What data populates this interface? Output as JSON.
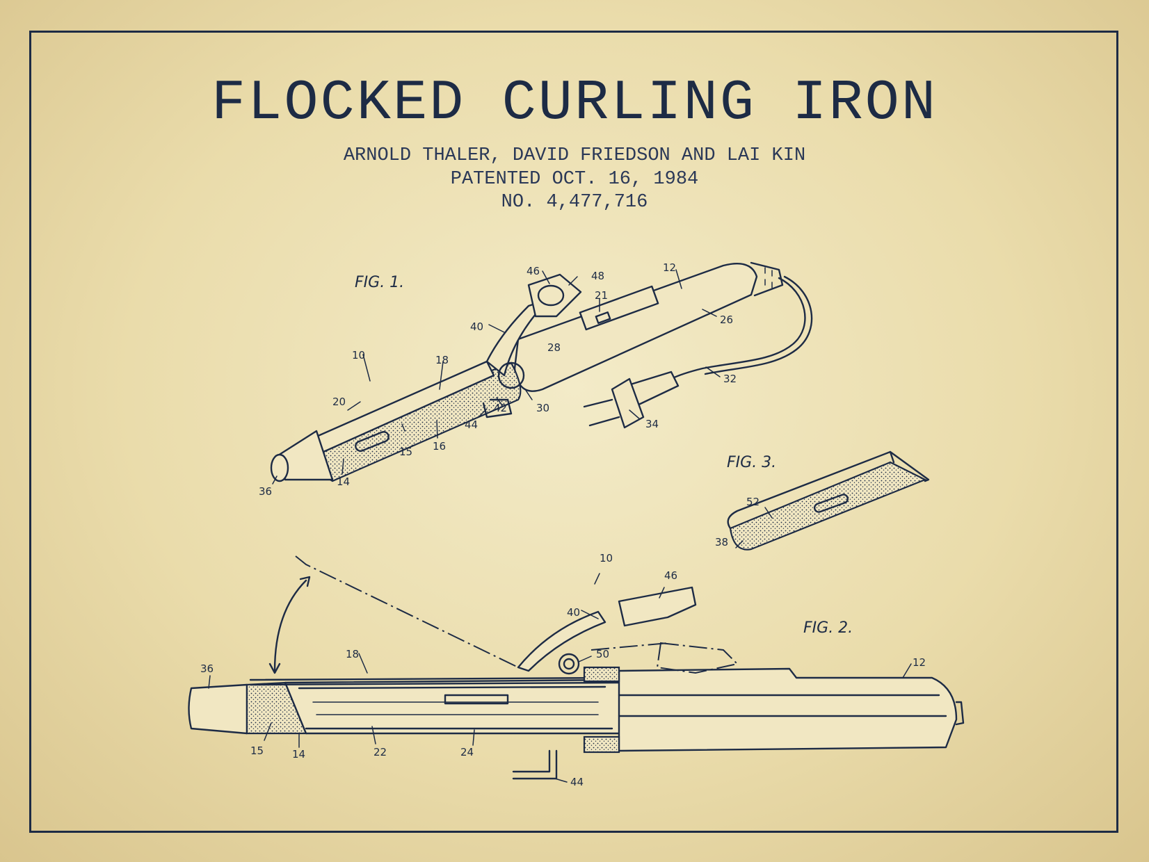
{
  "header": {
    "title": "FLOCKED CURLING IRON",
    "inventors": "ARNOLD THALER, DAVID FRIEDSON AND LAI KIN",
    "patented": "PATENTED OCT. 16, 1984",
    "number": "NO. 4,477,716"
  },
  "figures": {
    "fig1": "FIG. 1.",
    "fig2": "FIG. 2.",
    "fig3": "FIG. 3."
  },
  "labels": {
    "f1_46": "46",
    "f1_48": "48",
    "f1_12": "12",
    "f1_21": "21",
    "f1_40": "40",
    "f1_26": "26",
    "f1_28": "28",
    "f1_10": "10",
    "f1_18": "18",
    "f1_20": "20",
    "f1_32": "32",
    "f1_42": "42",
    "f1_30": "30",
    "f1_44": "44",
    "f1_34": "34",
    "f1_15": "15",
    "f1_16": "16",
    "f1_14": "14",
    "f1_36": "36",
    "f3_52": "52",
    "f3_38": "38",
    "f2_10": "10",
    "f2_46": "46",
    "f2_40": "40",
    "f2_50": "50",
    "f2_18": "18",
    "f2_36": "36",
    "f2_12": "12",
    "f2_15": "15",
    "f2_14": "14",
    "f2_22": "22",
    "f2_24": "24",
    "f2_44": "44"
  },
  "colors": {
    "ink": "#1d2b45",
    "paper": "#f1e7c2"
  }
}
